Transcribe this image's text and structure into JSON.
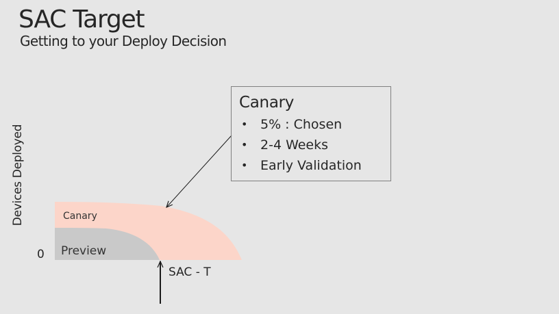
{
  "slide": {
    "title": "SAC Target",
    "subtitle": "Getting to your Deploy Decision"
  },
  "diagram": {
    "y_axis_label": "Devices Deployed",
    "zero_label": "0",
    "phases": [
      {
        "label": "Canary",
        "color": "#fcd5c9"
      },
      {
        "label": "Preview",
        "color": "#c9c9c9"
      }
    ],
    "marker_label": "SAC - T"
  },
  "callout": {
    "heading": "Canary",
    "bullet_glyph": "•",
    "items": [
      "5% : Chosen",
      "2-4 Weeks",
      "Early Validation"
    ]
  },
  "colors": {
    "background": "#e6e6e6",
    "text": "#262626",
    "callout_border": "#808080",
    "arrow": "#1a1a1a"
  }
}
